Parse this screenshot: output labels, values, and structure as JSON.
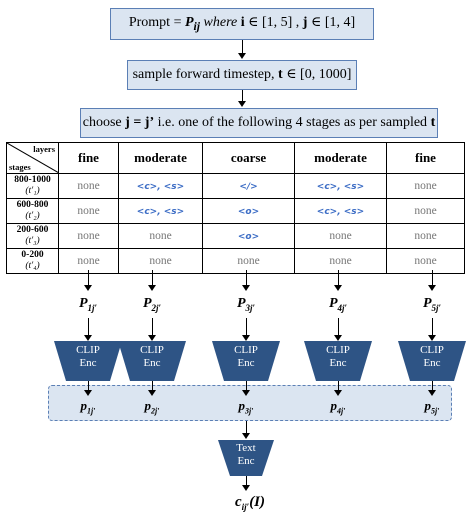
{
  "prompt_box": {
    "text_prefix": "Prompt = ",
    "var_p": "P",
    "var_p_sub": "ij",
    "text_where": " where ",
    "i_part": "i",
    "i_range": " ∈ [1, 5] ,  ",
    "j_part": "j",
    "j_range": " ∈ [1, 4]"
  },
  "sample_box": {
    "text": "sample forward timestep, ",
    "t_var": "t",
    "t_range": " ∈ [0, 1000]"
  },
  "stage_box": {
    "text_a": "choose ",
    "j_expr": "j = j’",
    "text_b": " i.e. one of the following 4 stages as per sampled ",
    "t_var": "t"
  },
  "table": {
    "corner_top": "layers",
    "corner_bottom": "stages",
    "columns": [
      "fine",
      "moderate",
      "coarse",
      "moderate",
      "fine"
    ],
    "rows": [
      {
        "range": "800-1000",
        "t": "(t′₁)",
        "cells": [
          "none",
          "<c>, <s>",
          "</>",
          "<c>, <s>",
          "none"
        ]
      },
      {
        "range": "600-800",
        "t": "(t′₂)",
        "cells": [
          "none",
          "<c>, <s>",
          "<o>",
          "<c>, <s>",
          "none"
        ]
      },
      {
        "range": "200-600",
        "t": "(t′₃)",
        "cells": [
          "none",
          "none",
          "<o>",
          "none",
          "none"
        ]
      },
      {
        "range": "0-200",
        "t": "(t′₄)",
        "cells": [
          "none",
          "none",
          "none",
          "none",
          "none"
        ]
      }
    ]
  },
  "prompts": [
    {
      "p": "P",
      "sub": "1j′"
    },
    {
      "p": "P",
      "sub": "2j′"
    },
    {
      "p": "P",
      "sub": "3j′"
    },
    {
      "p": "P",
      "sub": "4j′"
    },
    {
      "p": "P",
      "sub": "5j′"
    }
  ],
  "clip_encoder": {
    "line1": "CLIP",
    "line2": "Enc"
  },
  "embeddings": [
    {
      "p": "p",
      "sub": "1j′"
    },
    {
      "p": "p",
      "sub": "2j′"
    },
    {
      "p": "p",
      "sub": "3j′"
    },
    {
      "p": "p",
      "sub": "4j′"
    },
    {
      "p": "p",
      "sub": "5j′"
    }
  ],
  "text_encoder": {
    "line1": "Text",
    "line2": "Enc"
  },
  "output": {
    "c": "c",
    "sub": "ij′",
    "arg": "(I)"
  },
  "colors": {
    "box_fill": "#dbe5f1",
    "box_border": "#5b7fb5",
    "encoder_fill": "#2e5485",
    "token": "#3b6cc5"
  }
}
